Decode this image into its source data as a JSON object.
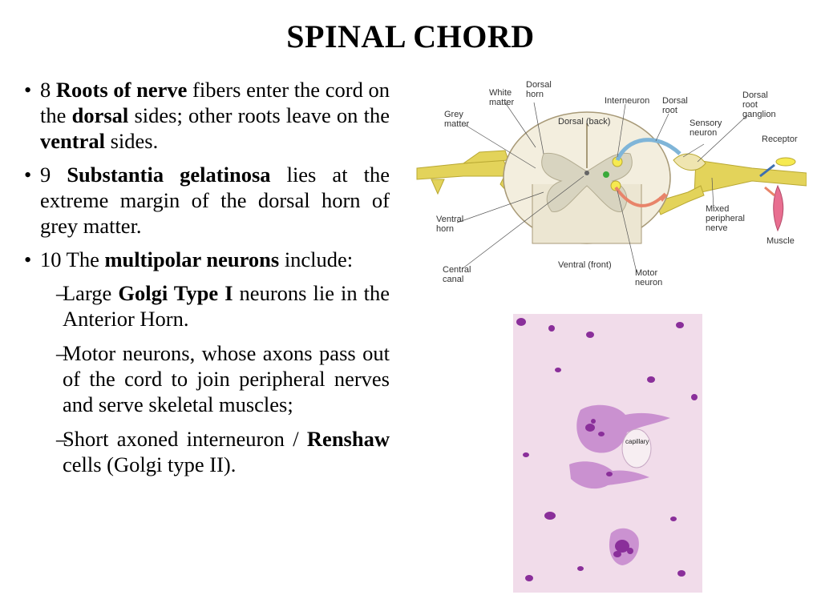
{
  "title": "SPINAL CHORD",
  "bullets": [
    {
      "marker": "•",
      "parts": [
        {
          "t": "8 ",
          "b": false
        },
        {
          "t": "Roots of nerve",
          "b": true
        },
        {
          "t": " fibers enter the cord on the ",
          "b": false
        },
        {
          "t": "dorsal",
          "b": true
        },
        {
          "t": " sides; other roots leave on the ",
          "b": false
        },
        {
          "t": "ventral",
          "b": true
        },
        {
          "t": " sides.",
          "b": false
        }
      ]
    },
    {
      "marker": "•",
      "parts": [
        {
          "t": "9 ",
          "b": false
        },
        {
          "t": "Substantia gelatinosa",
          "b": true
        },
        {
          "t": " lies at the extreme margin of the dorsal horn of grey matter.",
          "b": false
        }
      ]
    },
    {
      "marker": "•",
      "parts": [
        {
          "t": "10 The ",
          "b": false
        },
        {
          "t": "multipolar neurons",
          "b": true
        },
        {
          "t": " include:",
          "b": false
        }
      ]
    }
  ],
  "subbullets": [
    {
      "marker": "–",
      "parts": [
        {
          "t": "Large ",
          "b": false
        },
        {
          "t": "Golgi Type I",
          "b": true
        },
        {
          "t": " neurons lie in the Anterior Horn.",
          "b": false
        }
      ]
    },
    {
      "marker": "–",
      "parts": [
        {
          "t": "Motor neurons, whose axons pass out of the cord to join peripheral nerves and serve skeletal muscles;",
          "b": false
        }
      ]
    },
    {
      "marker": "–",
      "parts": [
        {
          "t": " Short axoned interneuron / ",
          "b": false
        },
        {
          "t": "Renshaw",
          "b": true
        },
        {
          "t": " cells (Golgi type II).",
          "b": false
        }
      ]
    }
  ],
  "diagram": {
    "labels": {
      "white_matter": [
        "White",
        "matter"
      ],
      "dorsal_horn": [
        "Dorsal",
        "horn"
      ],
      "grey_matter": [
        "Grey",
        "matter"
      ],
      "interneuron": "Interneuron",
      "dorsal_root": [
        "Dorsal",
        "root"
      ],
      "dorsal_root_ganglion": [
        "Dorsal",
        "root",
        "ganglion"
      ],
      "dorsal_back": "Dorsal (back)",
      "sensory_neuron": [
        "Sensory",
        "neuron"
      ],
      "receptor": "Receptor",
      "ventral_horn": [
        "Ventral",
        "horn"
      ],
      "mixed_peripheral_nerve": [
        "Mixed",
        "peripheral",
        "nerve"
      ],
      "muscle": "Muscle",
      "central_canal": [
        "Central",
        "canal"
      ],
      "ventral_front": "Ventral (front)",
      "motor_neuron": [
        "Motor",
        "neuron"
      ]
    },
    "colors": {
      "cord": "#f3eede",
      "grey": "#d8d4c0",
      "nerve": "#e3d35a",
      "sensory": "#7fb5d8",
      "motor": "#e8846a",
      "muscle": "#e86e90",
      "label": "#333333"
    }
  },
  "micrograph": {
    "label": "capillary",
    "colors": {
      "background": "#f1dcea",
      "stain": "#8a2f9a",
      "cell": "#c485cc"
    }
  }
}
